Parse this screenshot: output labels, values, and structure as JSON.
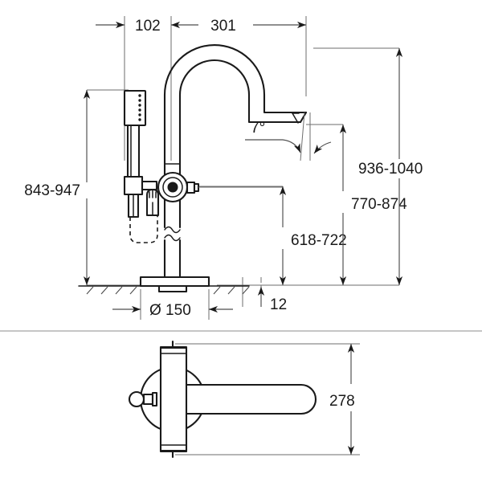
{
  "drawing": {
    "title": "Floor-standing bath mixer dimensional drawing",
    "units": "mm",
    "line_color": "#1a1a1a",
    "dimension_color": "#4d4d4d",
    "background": "#ffffff"
  },
  "dimensions": {
    "top_left": "102",
    "top_right": "301",
    "left_height": "843-947",
    "right_outer_height": "936-1040",
    "right_inner_height": "770-874",
    "center_height": "618-722",
    "angle": "7°",
    "base_diameter": "Ø 150",
    "base_thickness": "12",
    "plan_length": "278"
  },
  "views": {
    "elevation": "front elevation",
    "plan": "bottom plan view"
  },
  "parts": {
    "spout": "gooseneck-spout",
    "riser": "vertical-riser",
    "valve": "valve-hub",
    "handle": "lever-handle",
    "handshower": "handshower",
    "hose": "shower-hose",
    "base": "floor-flange",
    "floor": "floor-line"
  }
}
